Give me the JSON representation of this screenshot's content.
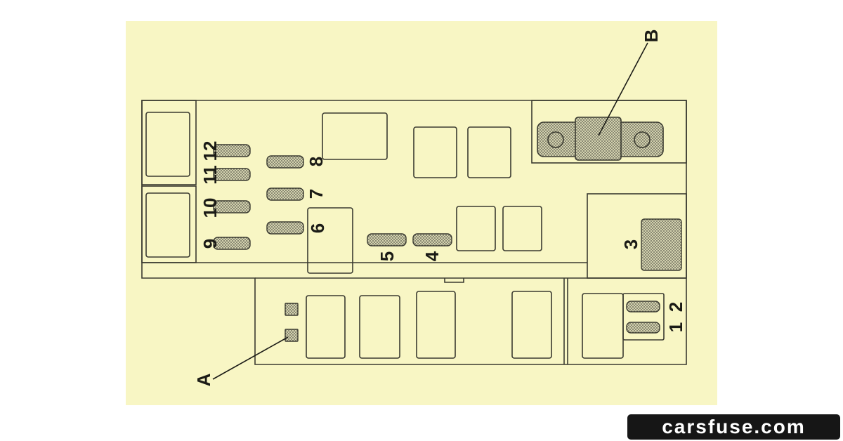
{
  "diagram": {
    "colors": {
      "background": "#f8f6c4",
      "panel": "#f6f4c0",
      "line": "#3a3a30",
      "fuse_fill": "#c6c5a2"
    },
    "fuses": {
      "f1": "1",
      "f2": "2",
      "f3": "3",
      "f4": "4",
      "f5": "5",
      "f6": "6",
      "f7": "7",
      "f8": "8",
      "f9": "9",
      "f10": "10",
      "f11": "11",
      "f12": "12"
    },
    "callouts": {
      "a": "A",
      "b": "B"
    }
  },
  "watermark": {
    "text": "carsfuse.com"
  }
}
